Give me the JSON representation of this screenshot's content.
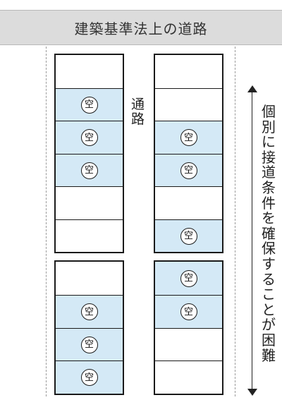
{
  "road": {
    "label": "建築基準法上の道路"
  },
  "passage": {
    "label": "通路"
  },
  "note": {
    "text": "個別に接道条件を確保することが困難"
  },
  "vacant_mark": "空",
  "colors": {
    "vacant": "#d4e9f6",
    "road": "#dcdcdc",
    "outline": "#1a1a1a"
  },
  "blocks": [
    {
      "id": "top-left",
      "cells": [
        false,
        true,
        true,
        true,
        false,
        false
      ]
    },
    {
      "id": "top-right",
      "cells": [
        false,
        false,
        true,
        true,
        false,
        true
      ]
    },
    {
      "id": "bottom-left",
      "cells": [
        false,
        true,
        true,
        true
      ]
    },
    {
      "id": "bottom-right",
      "cells": [
        true,
        true,
        false,
        false
      ]
    }
  ]
}
